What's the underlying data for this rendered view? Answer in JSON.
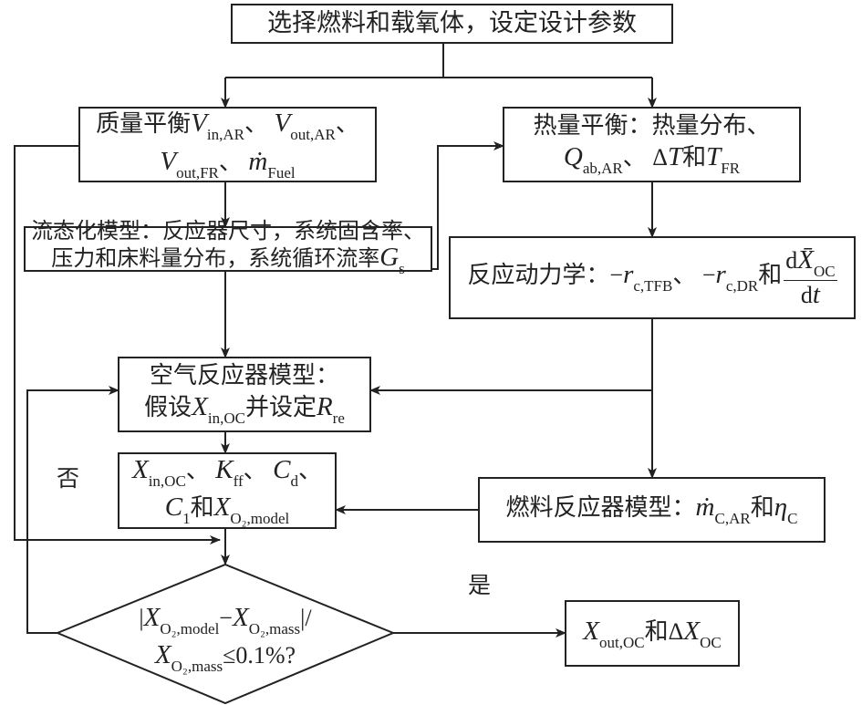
{
  "colors": {
    "line": "#222222",
    "background": "#ffffff"
  },
  "nodes": {
    "start": {
      "lines": [
        [
          "选择燃料和载氧体，设定设计参数"
        ]
      ]
    },
    "mass_balance": {
      "lines": [
        [
          "质量平衡",
          {
            "v": "V",
            "s": "in,AR"
          },
          "、 ",
          {
            "v": "V",
            "s": "out,AR"
          },
          "、"
        ],
        [
          {
            "v": "V",
            "s": "out,FR"
          },
          "、 ",
          {
            "v": "ṁ",
            "s": "Fuel"
          }
        ]
      ]
    },
    "heat_balance": {
      "lines": [
        [
          "热量平衡：热量分布、"
        ],
        [
          {
            "v": "Q",
            "s": "ab,AR"
          },
          "、 Δ",
          {
            "v": "T"
          },
          "和",
          {
            "v": "T",
            "s": "FR"
          }
        ]
      ]
    },
    "fluidization": {
      "lines": [
        [
          "流态化模型：反应器尺寸，系统固含率、"
        ],
        [
          "压力和床料量分布，系统循环流率",
          {
            "v": "G",
            "s": "s"
          }
        ]
      ]
    },
    "kinetics": {
      "lines": [
        [
          "反应动力学：−",
          {
            "v": "r",
            "s": "c,TFB"
          },
          "、 −",
          {
            "v": "r",
            "s": "c,DR"
          },
          "和",
          {
            "frac": true,
            "num": [
              "d",
              {
                "v": "X̄",
                "s": "OC"
              }
            ],
            "den": [
              "d",
              {
                "v": "t"
              }
            ]
          }
        ]
      ]
    },
    "air_reactor": {
      "lines": [
        [
          "空气反应器模型："
        ],
        [
          "假设",
          {
            "v": "X",
            "s": "in,OC"
          },
          "并设定",
          {
            "v": "R",
            "s": "re"
          }
        ]
      ]
    },
    "params": {
      "lines": [
        [
          {
            "v": "X",
            "s": "in,OC"
          },
          "、 ",
          {
            "v": "K",
            "s": "ff"
          },
          "、 ",
          {
            "v": "C",
            "s": "d"
          },
          "、"
        ],
        [
          {
            "v": "C",
            "s": "1"
          },
          "和",
          {
            "v": "X",
            "s": "O₂,model"
          }
        ]
      ]
    },
    "fuel_reactor": {
      "lines": [
        [
          "燃料反应器模型：",
          {
            "v": "ṁ",
            "s": "C,AR"
          },
          "和",
          {
            "v": "η",
            "s": "C"
          }
        ]
      ]
    },
    "decision": {
      "lines": [
        [
          "|",
          {
            "v": "X",
            "s": "O₂,model"
          },
          "−",
          {
            "v": "X",
            "s": "O₂,mass"
          },
          "|/"
        ],
        [
          {
            "v": "X",
            "s": "O₂,mass"
          },
          "≤0.1%?"
        ]
      ]
    },
    "result": {
      "lines": [
        [
          {
            "v": "X",
            "s": "out,OC"
          },
          "和Δ",
          {
            "v": "X",
            "s": "OC"
          }
        ]
      ]
    }
  },
  "labels": {
    "no": "否",
    "yes": "是"
  }
}
